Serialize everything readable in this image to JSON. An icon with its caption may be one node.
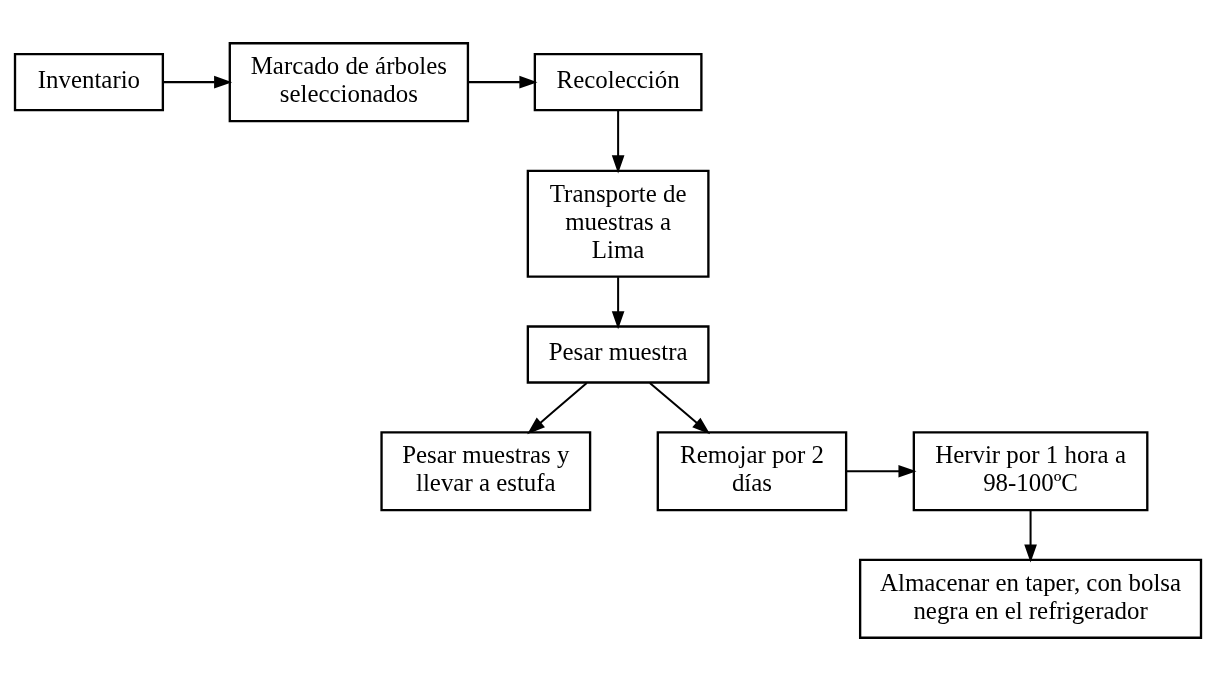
{
  "diagram": {
    "nodes": [
      {
        "text": [
          "Inventario"
        ]
      },
      {
        "text": [
          "Marcado de árboles seleccionados"
        ]
      },
      {
        "text": [
          "Recolección"
        ]
      },
      {
        "text": [
          "Transporte de muestras a Lima"
        ]
      },
      {
        "text": [
          "Pesar muestra"
        ]
      },
      {
        "text": [
          "Pesar muestras y llevar a estufa"
        ]
      },
      {
        "text": [
          "Remojar por 2 días"
        ]
      },
      {
        "text": [
          "Hervir por 1 hora a 98-100ºC"
        ]
      },
      {
        "text": [
          "Almacenar en taper, con bolsa negra en el refrigerador"
        ]
      }
    ],
    "edges": [
      {
        "from": 0,
        "to": 1,
        "arrow": "to"
      },
      {
        "from": 1,
        "to": 2,
        "arrow": "to"
      },
      {
        "from": 2,
        "to": 3,
        "arrow": "to"
      },
      {
        "from": 3,
        "to": 4,
        "arrow": "to"
      },
      {
        "from": 4,
        "to": 5,
        "arrow": "to"
      },
      {
        "from": 4,
        "to": 6,
        "arrow": "to"
      },
      {
        "from": 6,
        "to": 7,
        "arrow": "to"
      },
      {
        "from": 7,
        "to": 8,
        "arrow": "to"
      }
    ]
  }
}
